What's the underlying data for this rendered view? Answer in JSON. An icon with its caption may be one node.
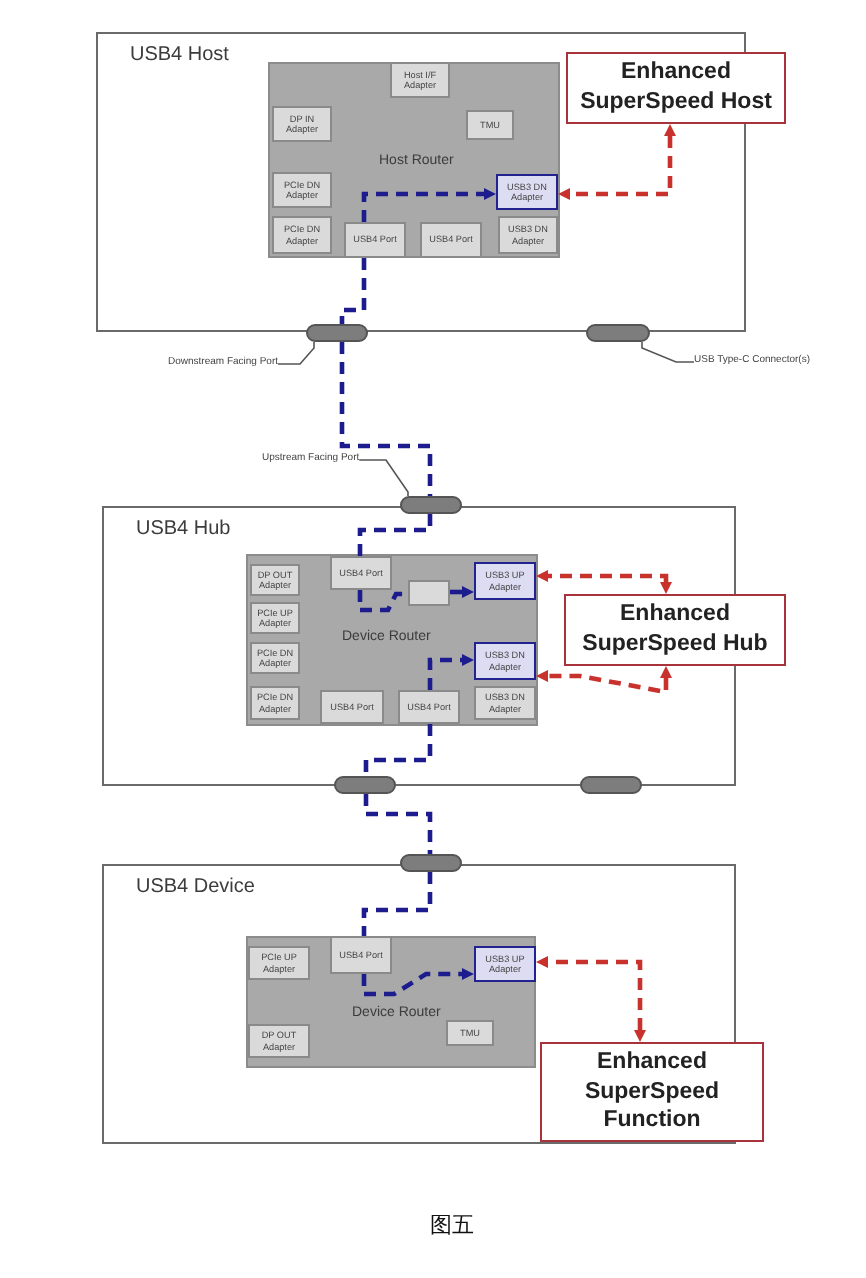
{
  "diagram": {
    "caption": "图五",
    "nodes": [
      {
        "text": [
          "USB4 Host"
        ]
      },
      {
        "text": [
          "Host Router"
        ],
        "in": 0
      },
      {
        "text": [
          "Host I/F Adapter"
        ],
        "in": 1
      },
      {
        "text": [
          "DP IN Adapter"
        ],
        "in": 1
      },
      {
        "text": [
          "TMU"
        ],
        "in": 1
      },
      {
        "text": [
          "PCIe DN Adapter"
        ],
        "in": 1
      },
      {
        "text": [
          "USB3 DN Adapter"
        ],
        "in": 1
      },
      {
        "text": [
          "PCIe DN Adapter"
        ],
        "in": 1
      },
      {
        "text": [
          "USB4 Port"
        ],
        "in": 1
      },
      {
        "text": [
          "USB4 Port"
        ],
        "in": 1
      },
      {
        "text": [
          "USB3 DN Adapter"
        ],
        "in": 1
      },
      {
        "text": [
          "Enhanced SuperSpeed Host"
        ]
      },
      {
        "text": [],
        "shape": "oval"
      },
      {
        "text": [],
        "shape": "oval"
      },
      {
        "text": [
          "Downstream Facing Port"
        ]
      },
      {
        "text": [
          "USB Type-C Connector(s)"
        ]
      },
      {
        "text": [
          "Upstream Facing Port"
        ]
      },
      {
        "text": [],
        "shape": "oval"
      },
      {
        "text": [
          "USB4 Hub"
        ]
      },
      {
        "text": [
          "Device Router"
        ],
        "in": 18
      },
      {
        "text": [
          "DP OUT Adapter"
        ],
        "in": 19
      },
      {
        "text": [
          "USB4 Port"
        ],
        "in": 19
      },
      {
        "text": [],
        "shape": "box",
        "in": 19
      },
      {
        "text": [
          "USB3 UP Adapter"
        ],
        "in": 19
      },
      {
        "text": [
          "PCIe UP Adapter"
        ],
        "in": 19
      },
      {
        "text": [
          "PCIe DN Adapter"
        ],
        "in": 19
      },
      {
        "text": [
          "USB3 DN Adapter"
        ],
        "in": 19
      },
      {
        "text": [
          "PCIe DN Adapter"
        ],
        "in": 19
      },
      {
        "text": [
          "USB4 Port"
        ],
        "in": 19
      },
      {
        "text": [
          "USB4 Port"
        ],
        "in": 19
      },
      {
        "text": [
          "USB3 DN Adapter"
        ],
        "in": 19
      },
      {
        "text": [
          "Enhanced SuperSpeed Hub"
        ]
      },
      {
        "text": [],
        "shape": "oval"
      },
      {
        "text": [],
        "shape": "oval"
      },
      {
        "text": [],
        "shape": "oval"
      },
      {
        "text": [
          "USB4 Device"
        ]
      },
      {
        "text": [
          "Device Router"
        ],
        "in": 35
      },
      {
        "text": [
          "PCIe UP Adapter"
        ],
        "in": 36
      },
      {
        "text": [
          "USB4 Port"
        ],
        "in": 36
      },
      {
        "text": [
          "USB3 UP Adapter"
        ],
        "in": 36
      },
      {
        "text": [
          "DP OUT Adapter"
        ],
        "in": 36
      },
      {
        "text": [
          "TMU"
        ],
        "in": 36
      },
      {
        "text": [
          "Enhanced SuperSpeed Function"
        ]
      }
    ],
    "edges": [
      {
        "from": 8,
        "to": 6,
        "arrow": "to",
        "style": "dashed"
      },
      {
        "from": 8,
        "to": 12,
        "arrow": "none",
        "style": "dashed"
      },
      {
        "from": 12,
        "to": 17,
        "arrow": "none",
        "style": "dashed"
      },
      {
        "from": 17,
        "to": 21,
        "arrow": "none",
        "style": "dashed"
      },
      {
        "from": 21,
        "to": 22,
        "arrow": "none",
        "style": "dashed"
      },
      {
        "from": 22,
        "to": 23,
        "arrow": "to",
        "style": "dashed"
      },
      {
        "from": 29,
        "to": 26,
        "arrow": "to",
        "style": "dashed"
      },
      {
        "from": 29,
        "to": 32,
        "arrow": "none",
        "style": "dashed"
      },
      {
        "from": 32,
        "to": 34,
        "arrow": "none",
        "style": "dashed"
      },
      {
        "from": 34,
        "to": 38,
        "arrow": "none",
        "style": "dashed"
      },
      {
        "from": 38,
        "to": 39,
        "arrow": "to",
        "style": "dashed"
      },
      {
        "from": 11,
        "to": 6,
        "arrow": "both",
        "style": "dashed",
        "color": "#c8312c"
      },
      {
        "from": 31,
        "to": 23,
        "arrow": "both",
        "style": "dashed",
        "color": "#c8312c"
      },
      {
        "from": 31,
        "to": 26,
        "arrow": "both",
        "style": "dashed",
        "color": "#c8312c"
      },
      {
        "from": 42,
        "to": 39,
        "arrow": "both",
        "style": "dashed",
        "color": "#c8312c"
      },
      {
        "from": 14,
        "to": 12,
        "arrow": "none",
        "color": "#555555"
      },
      {
        "from": 15,
        "to": 13,
        "arrow": "none",
        "color": "#555555"
      },
      {
        "from": 16,
        "to": 17,
        "arrow": "none",
        "color": "#555555"
      }
    ]
  }
}
